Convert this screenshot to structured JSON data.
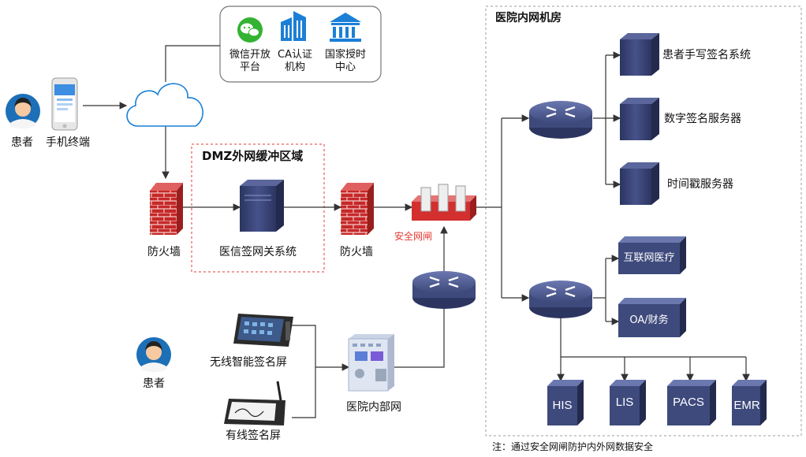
{
  "top_services": [
    {
      "name": "微信开放\n平台",
      "icon": "wechat-icon",
      "color": "#34b233"
    },
    {
      "name": "CA认证\n机构",
      "icon": "building-icon",
      "color": "#1b7fd6"
    },
    {
      "name": "国家授时\n中心",
      "icon": "government-icon",
      "color": "#1b7fd6"
    }
  ],
  "patient_top": "患者",
  "mobile_terminal": "手机终端",
  "dmz_title": "DMZ外网缓冲区域",
  "firewall_left": "防火墙",
  "gateway_system": "医信签网关系统",
  "firewall_right": "防火墙",
  "security_gateway": "安全网闸",
  "intranet_title": "医院内网机房",
  "servers": [
    "患者手写签名系统",
    "数字签名服务器",
    "时间戳服务器"
  ],
  "app_boxes": [
    "互联网医疗",
    "OA/财务"
  ],
  "systems": [
    "HIS",
    "LIS",
    "PACS",
    "EMR"
  ],
  "patient_bottom": "患者",
  "wireless_screen": "无线智能签名屏",
  "wired_screen": "有线签名屏",
  "internal_network": "医院内部网",
  "note": "注：通过安全网闸防护内外网数据安全",
  "colors": {
    "firewall": "#c62828",
    "device": "#3e4a7c",
    "line": "#333333",
    "dmz_border": "#e53935"
  }
}
